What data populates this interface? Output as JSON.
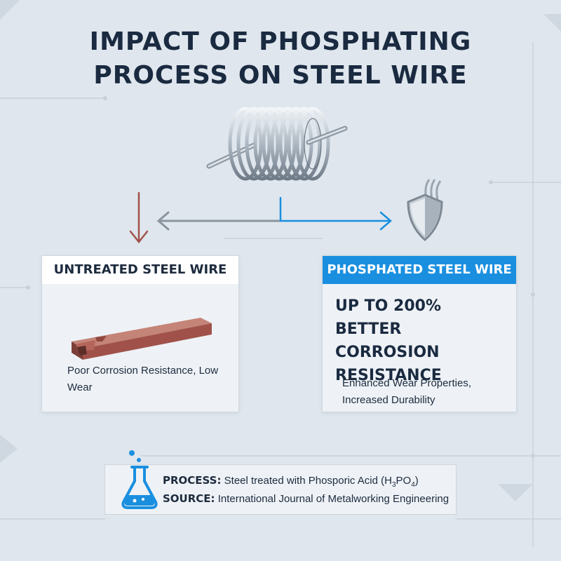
{
  "title": "IMPACT OF PHOSPHATING PROCESS ON STEEL WIRE",
  "untreated": {
    "heading": "UNTREATED STEEL WIRE",
    "description": "Poor Corrosion Resistance, Low Wear",
    "image_icon": "rusty-bar-icon"
  },
  "phosphated": {
    "heading": "PHOSPHATED STEEL WIRE",
    "highlight": "UP TO 200% BETTER CORROSION RESISTANCE",
    "description": "Enhanced Wear Properties, Increased Durability",
    "image_icon": "shield-icon"
  },
  "footer": {
    "process_label": "PROCESS:",
    "process_text_before": "Steel treated with Phosporic Acid (H",
    "sub1": "3",
    "process_text_mid": "PO",
    "sub2": "4",
    "process_text_after": ")",
    "source_label": "SOURCE:",
    "source_text": "International Journal of Metalworking Engineering",
    "icon": "flask-icon"
  },
  "colors": {
    "accent_blue": "#1a8fe0",
    "rust": "#a0524a",
    "background": "#dfe6ed",
    "text_dark": "#1d2b3e"
  }
}
